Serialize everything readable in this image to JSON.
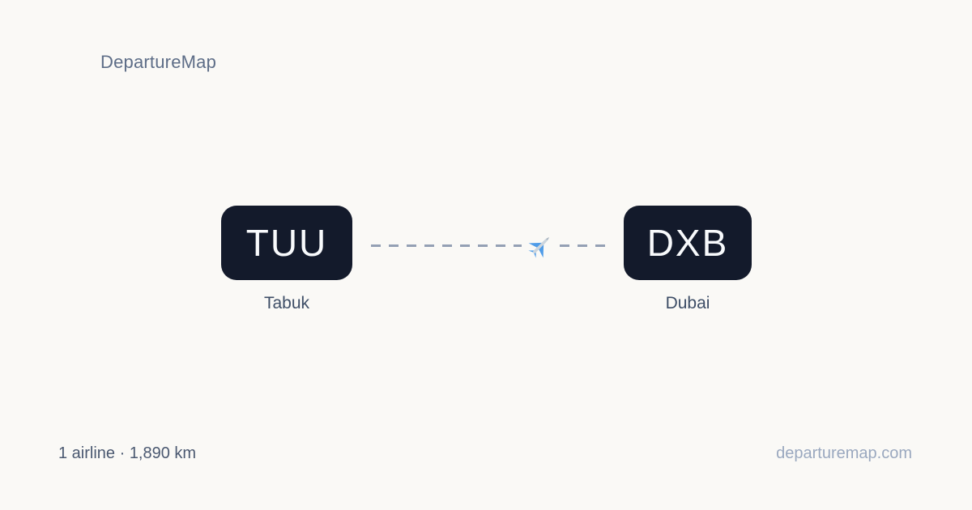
{
  "brand": {
    "logo": "DepartureMap"
  },
  "route": {
    "origin": {
      "code": "TUU",
      "city": "Tabuk"
    },
    "destination": {
      "code": "DXB",
      "city": "Dubai"
    },
    "connector": {
      "style": "dashed",
      "icon": "airplane-icon"
    }
  },
  "footer": {
    "stats": "1 airline · 1,890 km",
    "website": "departuremap.com"
  },
  "colors": {
    "background": "#faf9f6",
    "box_bg": "#131a2b",
    "code_text": "#f8fafc",
    "city_text": "#3d4d66",
    "logo_text": "#5d6d87",
    "stats_text": "#4a5870",
    "website_text": "#9aa8bf",
    "dash_color": "#94a0b4",
    "plane_blue": "#4f9ce8",
    "plane_silver": "#ccd5dd",
    "plane_dark": "#7d8a99",
    "plane_nose": "#aab6c1"
  }
}
